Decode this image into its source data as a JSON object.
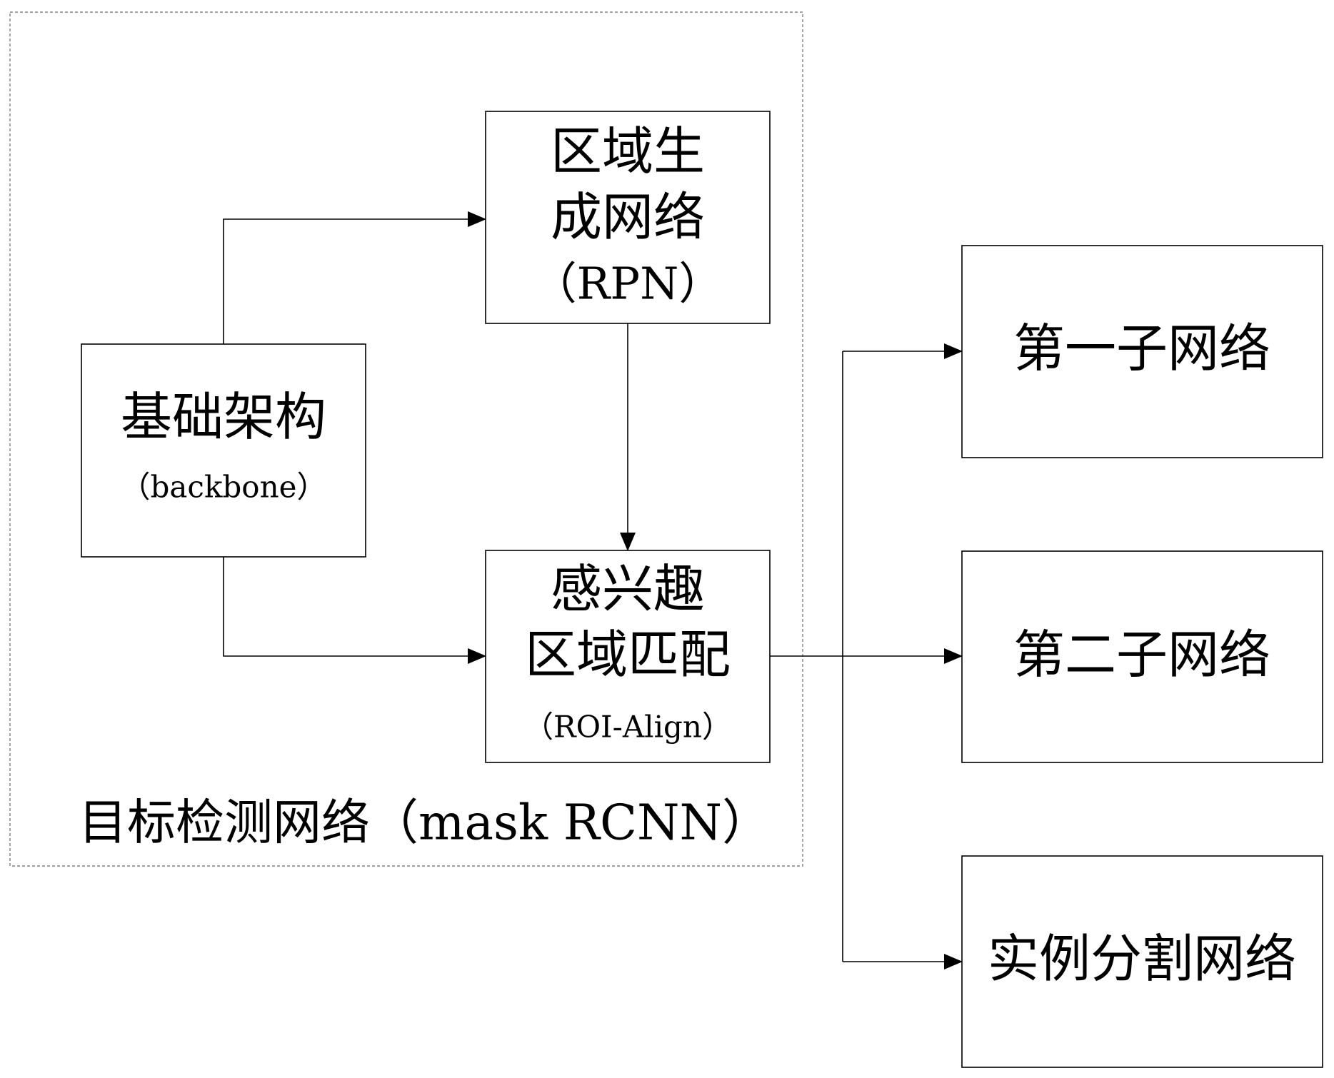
{
  "diagram": {
    "container": {
      "label": "目标检测网络（mask RCNN）"
    },
    "nodes": {
      "backbone": {
        "lines": [
          "基础架构",
          "（backbone）"
        ]
      },
      "rpn": {
        "lines": [
          "区域生",
          "成网络",
          "（RPN）"
        ]
      },
      "roi_align": {
        "lines": [
          "感兴趣",
          "区域匹配",
          "（ROI-Align）"
        ]
      },
      "subnet1": {
        "label": "第一子网络"
      },
      "subnet2": {
        "label": "第二子网络"
      },
      "instance_seg": {
        "label": "实例分割网络"
      }
    }
  },
  "colors": {
    "stroke": "#000000",
    "background": "#ffffff",
    "dashed_border": "#808080"
  }
}
